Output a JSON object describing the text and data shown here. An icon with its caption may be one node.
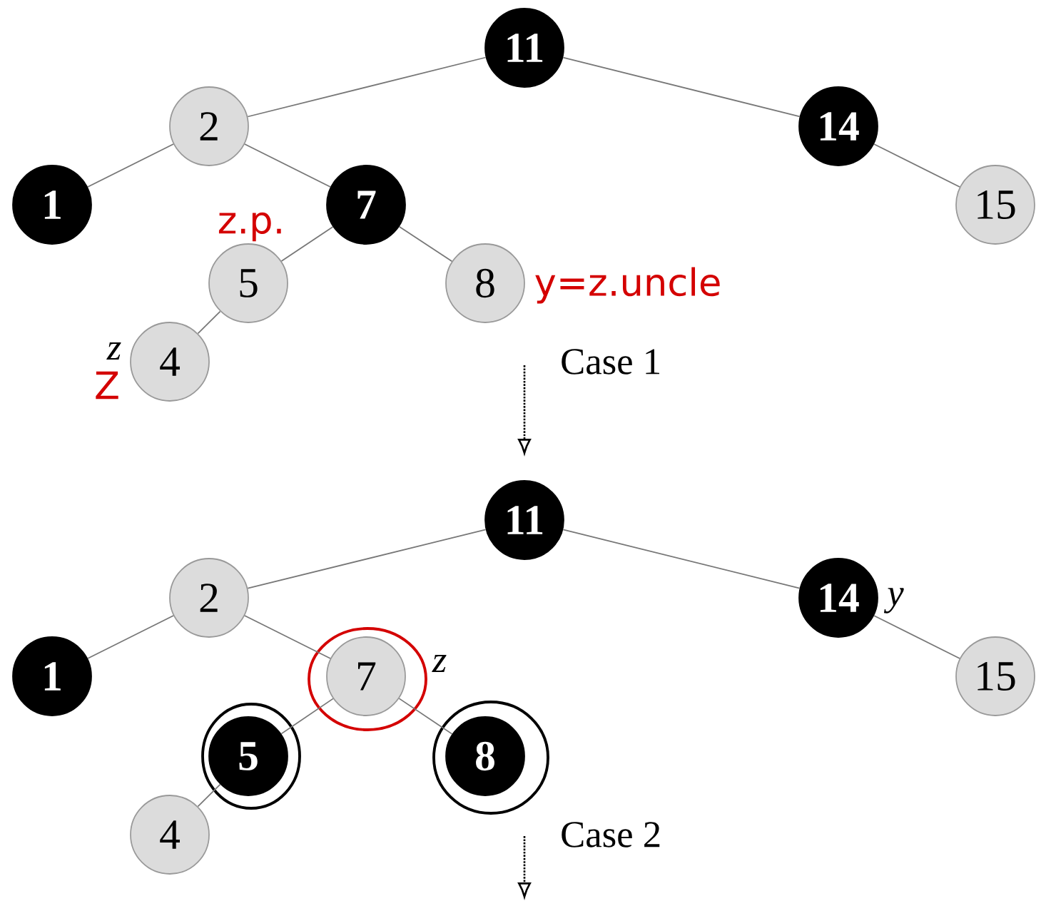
{
  "diagram": {
    "nodes": [
      {
        "text": [
          "11"
        ]
      },
      {
        "text": [
          "2"
        ]
      },
      {
        "text": [
          "14"
        ]
      },
      {
        "text": [
          "1"
        ]
      },
      {
        "text": [
          "7"
        ]
      },
      {
        "text": [
          "15"
        ]
      },
      {
        "text": [
          "5"
        ],
        "beside": [
          "z.p."
        ]
      },
      {
        "text": [
          "8"
        ],
        "beside": [
          "y=z.uncle"
        ]
      },
      {
        "text": [
          "4"
        ],
        "beside": [
          "z",
          "Z"
        ]
      },
      {
        "text": [
          "11"
        ]
      },
      {
        "text": [
          "2"
        ]
      },
      {
        "text": [
          "14"
        ],
        "beside": [
          "y"
        ]
      },
      {
        "text": [
          "1"
        ]
      },
      {
        "text": [
          "7"
        ],
        "beside": [
          "z"
        ]
      },
      {
        "text": [
          "15"
        ]
      },
      {
        "text": [
          "5"
        ]
      },
      {
        "text": [
          "8"
        ]
      },
      {
        "text": [
          "4"
        ]
      }
    ],
    "edges": [
      {
        "from": 0,
        "to": 1,
        "arrow": "none"
      },
      {
        "from": 0,
        "to": 2,
        "arrow": "none"
      },
      {
        "from": 1,
        "to": 3,
        "arrow": "none"
      },
      {
        "from": 1,
        "to": 4,
        "arrow": "none"
      },
      {
        "from": 2,
        "to": 5,
        "arrow": "none"
      },
      {
        "from": 4,
        "to": 6,
        "arrow": "none"
      },
      {
        "from": 4,
        "to": 7,
        "arrow": "none"
      },
      {
        "from": 6,
        "to": 8,
        "arrow": "none"
      },
      {
        "from": 9,
        "to": 10,
        "arrow": "none"
      },
      {
        "from": 9,
        "to": 11,
        "arrow": "none"
      },
      {
        "from": 10,
        "to": 12,
        "arrow": "none"
      },
      {
        "from": 10,
        "to": 13,
        "arrow": "none"
      },
      {
        "from": 11,
        "to": 14,
        "arrow": "none"
      },
      {
        "from": 13,
        "to": 15,
        "arrow": "none"
      },
      {
        "from": 13,
        "to": 16,
        "arrow": "none"
      },
      {
        "from": 15,
        "to": 17,
        "arrow": "none"
      }
    ],
    "labels": [
      "Case 1",
      "Case 2"
    ]
  }
}
